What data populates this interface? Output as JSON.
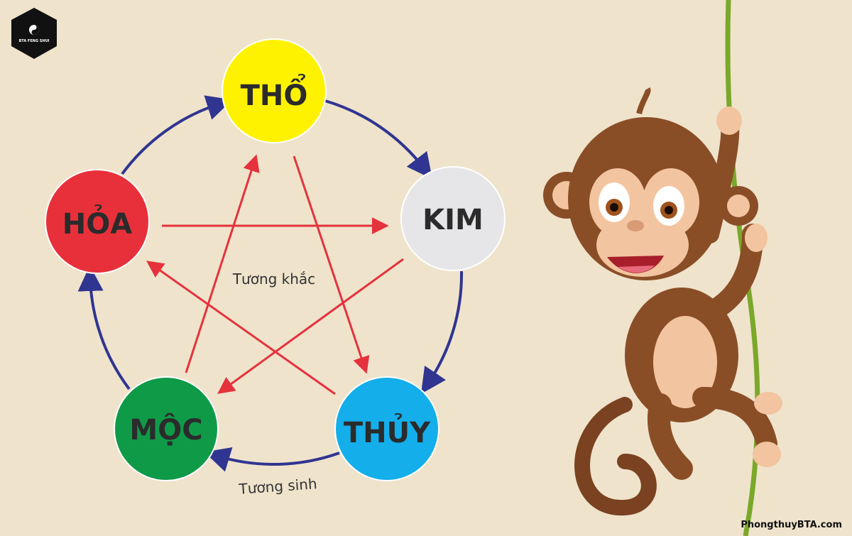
{
  "logo": {
    "text": "BTA FENG SHUI"
  },
  "elements": {
    "tho": {
      "label": "THỔ",
      "color": "#fff200"
    },
    "kim": {
      "label": "KIM",
      "color": "#e6e6e8"
    },
    "thuy": {
      "label": "THỦY",
      "color": "#14aeea"
    },
    "moc": {
      "label": "MỘC",
      "color": "#0f9a48"
    },
    "hoa": {
      "label": "HỎA",
      "color": "#e8303a"
    }
  },
  "labels": {
    "tuong_khac": "Tương khắc",
    "tuong_sinh": "Tương sinh"
  },
  "colors": {
    "sinh_arrow": "#2f3590",
    "khac_arrow": "#e5323c",
    "background": "#efe3cc"
  },
  "watermark": "PhongthuyBTA.com"
}
